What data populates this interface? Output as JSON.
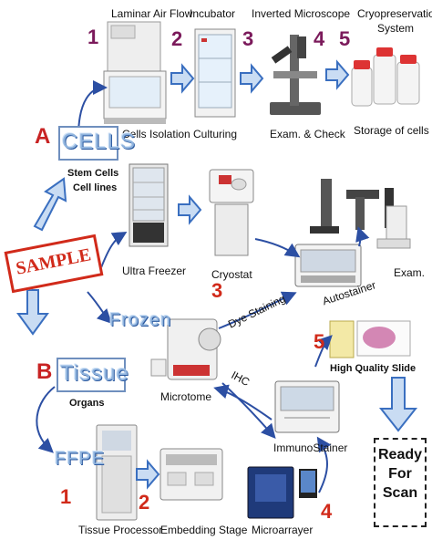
{
  "top_row": {
    "laminar_air_flow": "Laminar Air Flow",
    "incubator": "Incubator",
    "inverted_microscope": "Inverted Microscope",
    "cryopreservation": "Cryopreservation",
    "system": "System",
    "cells_isolation": "Cells Isolation",
    "culturing": "Culturing",
    "exam_check": "Exam. & Check",
    "storage_of_cells": "Storage of cells",
    "step1": "1",
    "step2": "2",
    "step3": "3",
    "step4": "4",
    "step5": "5"
  },
  "cells_branch": {
    "letter": "A",
    "word": "CELLS",
    "stem_cells": "Stem Cells",
    "cell_lines": "Cell lines"
  },
  "sample": "SAMPLE",
  "middle": {
    "ultra_freezer": "Ultra Freezer",
    "cryostat": "Cryostat",
    "exam": "Exam.",
    "autostainer": "Autostainer",
    "frozen": "Frozen",
    "dye_staining": "Dye Staining",
    "step3": "3"
  },
  "tissue_branch": {
    "letter": "B",
    "word": "Tissue",
    "organs": "Organs"
  },
  "lower": {
    "microtome": "Microtome",
    "ihc": "IHC",
    "immunostainer": "ImmunoStainer",
    "high_quality_slide": "High Quality Slide",
    "step5": "5",
    "ffpe": "FFPE",
    "tissue_processor": "Tissue Processor",
    "embedding_stage": "Embedding Stage",
    "microarrayer": "Microarrayer",
    "step1": "1",
    "step2": "2",
    "step4": "4"
  },
  "ready": {
    "line1": "Ready",
    "line2": "For",
    "line3": "Scan"
  },
  "colors": {
    "arrow_blue": "#2c4fa3",
    "hollow_arrow_fill": "#c9dcf3",
    "hollow_arrow_stroke": "#3a6fc0",
    "number_purple": "#7b1a5b",
    "red": "#d12a1a"
  }
}
